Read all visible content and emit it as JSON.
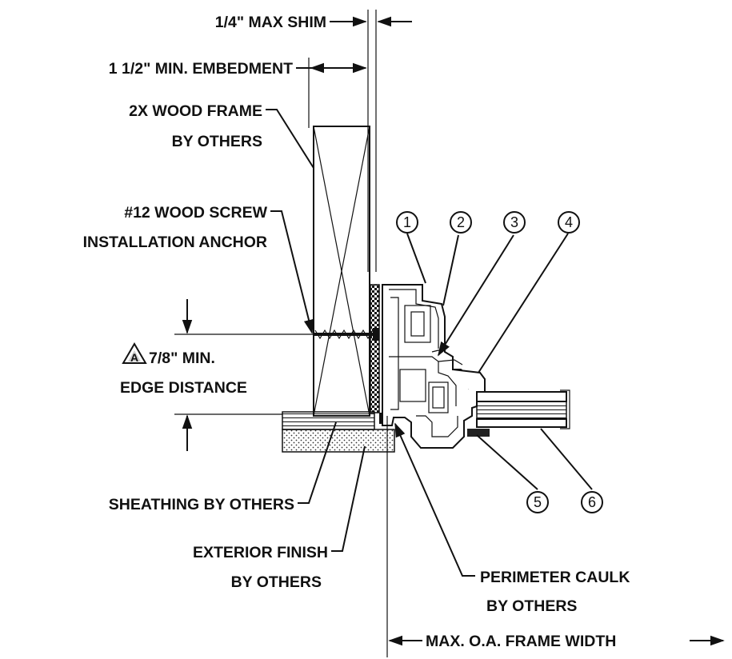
{
  "labels": {
    "shim": "1/4\" MAX SHIM",
    "embedment": "1 1/2\" MIN. EMBEDMENT",
    "wood_frame_1": "2X WOOD FRAME",
    "wood_frame_2": "BY OTHERS",
    "screw_1": "#12 WOOD SCREW",
    "screw_2": "INSTALLATION ANCHOR",
    "revision_mark": "A",
    "edge_distance_1": "7/8\" MIN.",
    "edge_distance_2": "EDGE DISTANCE",
    "sheathing": "SHEATHING BY OTHERS",
    "exterior_finish_1": "EXTERIOR FINISH",
    "exterior_finish_2": "BY OTHERS",
    "caulk_1": "PERIMETER CAULK",
    "caulk_2": "BY OTHERS",
    "frame_width": "MAX. O.A. FRAME WIDTH"
  },
  "callouts": [
    "1",
    "2",
    "3",
    "4",
    "5",
    "6"
  ],
  "colors": {
    "ink": "#111111",
    "paper": "#ffffff"
  }
}
